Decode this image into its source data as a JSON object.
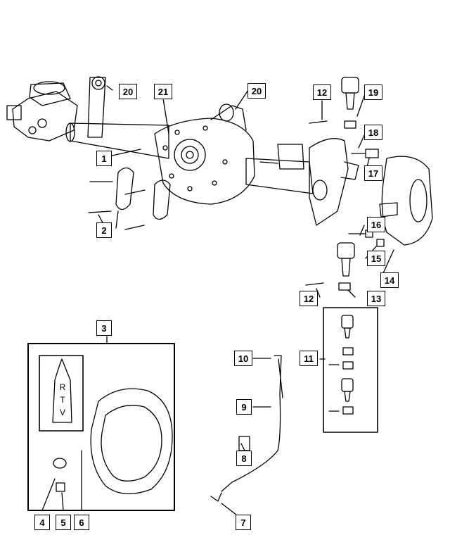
{
  "callouts": {
    "c1": "1",
    "c2": "2",
    "c3": "3",
    "c4": "4",
    "c5": "5",
    "c6": "6",
    "c7": "7",
    "c8": "8",
    "c9": "9",
    "c10": "10",
    "c11": "11",
    "c12a": "12",
    "c12b": "12",
    "c13": "13",
    "c14": "14",
    "c15": "15",
    "c16": "16",
    "c17": "17",
    "c18": "18",
    "c19": "19",
    "c20a": "20",
    "c20b": "20",
    "c21": "21"
  },
  "sealant_tube_label": [
    "R",
    "T",
    "V"
  ],
  "colors": {
    "line": "#000000",
    "background": "#ffffff"
  }
}
